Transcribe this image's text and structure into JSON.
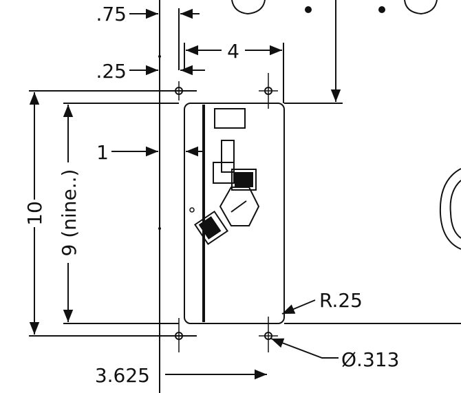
{
  "drawing": {
    "dimensions": {
      "offset_top": ".75",
      "width_top": "4",
      "offset_mid": ".25",
      "offset_side": "1",
      "overall_height": "10",
      "inner_height": "9 (nine..)",
      "corner_radius": "R.25",
      "hole_diameter": "Ø.313",
      "bottom_offset": "3.625"
    }
  }
}
